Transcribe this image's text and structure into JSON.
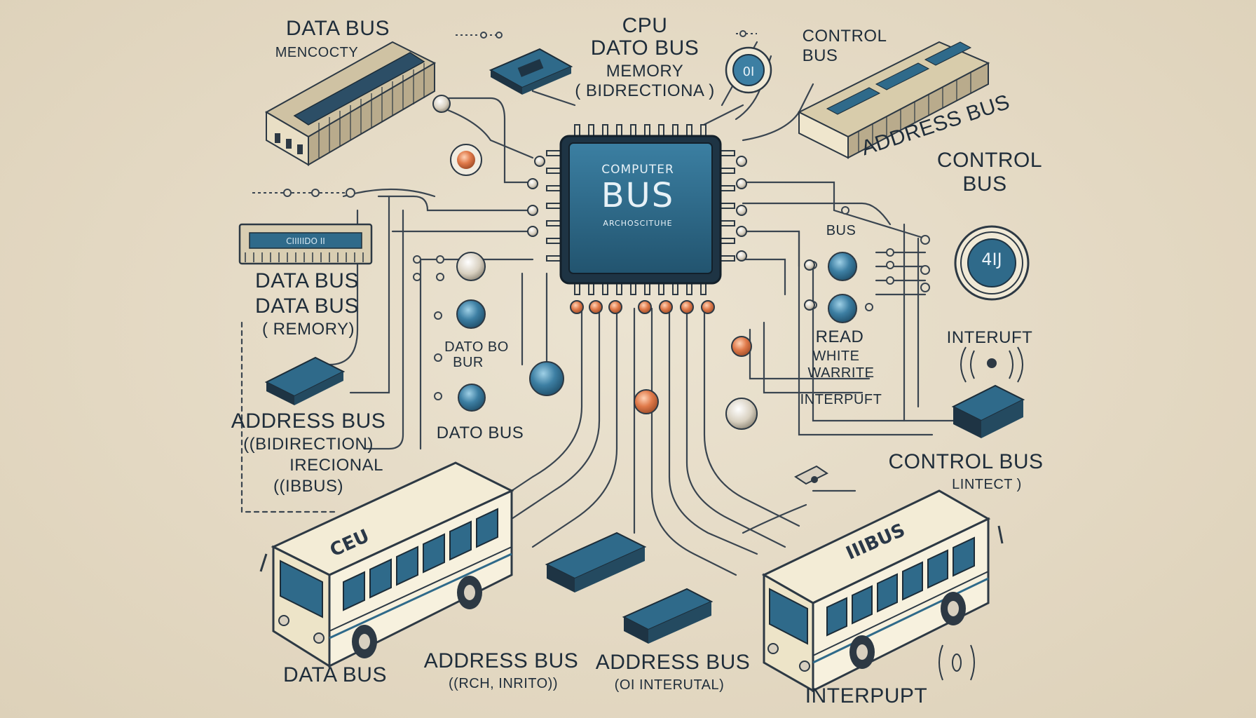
{
  "cpu": {
    "title_top": "COMPUTER",
    "title_main": "BUS",
    "title_sub": "ARCHOSCITUHE"
  },
  "gauge": {
    "value_text": "4IJ"
  },
  "buses": {
    "left_sign": "CEU",
    "right_sign": "IIIBUS"
  },
  "labels": {
    "top_left_title": "DATA BUS",
    "top_left_sub": "MENCOCTY",
    "top_center_1": "CPU",
    "top_center_2": "DATO BUS",
    "top_center_3": "MEMORY",
    "top_center_4": "( BIDRECTIONA )",
    "top_right_1": "CONTROL",
    "top_right_2": "BUS",
    "right_address_bus": "ADDRESS BUS",
    "right_control_1": "CONTROL",
    "right_control_2": "BUS",
    "right_bus_small": "BUS",
    "left_data_bus_1": "DATA BUS",
    "left_data_bus_2": "DATA BUS",
    "left_memory": "( REMORY)",
    "center_dato_bo": "DATO BO",
    "center_bur": "BUR",
    "center_dato_bus": "DATO BUS",
    "read": "READ",
    "white": "WHITE",
    "warrite": "WARRITE",
    "interpuft_mid": "INTERPUFT",
    "right_interuft": "INTERUFT",
    "left_address_bus": "ADDRESS BUS",
    "left_bidirection": "((BIDIRECTION)",
    "left_irecional": "IRECIONAL",
    "left_ibus": "((IBBUS)",
    "right_control_bus": "CONTROL BUS",
    "right_lintect": "LINTECT )",
    "bottom_data_bus": "DATA BUS",
    "bottom_address_bus_1": "ADDRESS BUS",
    "bottom_rw": "((RCH, INRITO))",
    "bottom_address_bus_2": "ADDRESS BUS",
    "bottom_interutal": "(OI INTERUTAL)",
    "bottom_interpuft": "INTERPUPT"
  },
  "colors": {
    "background": "#e6dcc8",
    "chip_blue": "#2f6a8a",
    "chip_dark": "#1e3444",
    "wire": "#3a4550",
    "orange_led": "#e07a4a",
    "blue_led": "#3d7fa3",
    "bus_body": "#f3ecd6"
  }
}
